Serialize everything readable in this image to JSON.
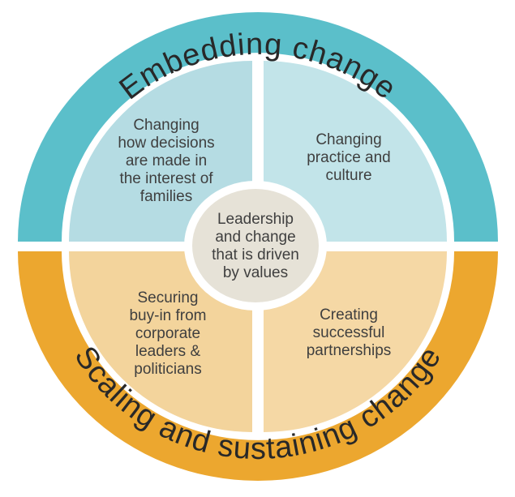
{
  "colors": {
    "background": "#ffffff",
    "ring_top": "#5bbfca",
    "ring_bottom": "#eca72f",
    "quad_top_left": "#b5dce3",
    "quad_top_right": "#c2e4e9",
    "quad_bottom_left": "#f3d49c",
    "quad_bottom_right": "#f5d8a5",
    "center_circle": "#e6e2d7",
    "label_text": "#3f3f3f",
    "ring_text": "#282828"
  },
  "ring": {
    "top_label": "Embedding change",
    "bottom_label": "Scaling and sustaining change"
  },
  "quadrants": {
    "top_left": {
      "lines": [
        "Changing",
        "how decisions",
        "are made in",
        "the interest of",
        "families"
      ]
    },
    "top_right": {
      "lines": [
        "Changing",
        "practice and",
        "culture"
      ]
    },
    "bottom_left": {
      "lines": [
        "Securing",
        "buy-in from",
        "corporate",
        "leaders &",
        "politicians"
      ]
    },
    "bottom_right": {
      "lines": [
        "Creating",
        "successful",
        "partnerships"
      ]
    }
  },
  "center": {
    "lines": [
      "Leadership",
      "and change",
      "that is driven",
      "by values"
    ]
  }
}
